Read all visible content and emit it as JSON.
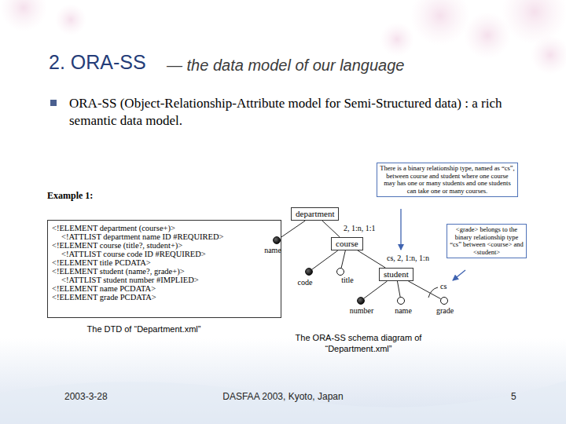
{
  "diagram": {
    "title": "2. ORA-SS",
    "nodes": [
      {
        "text": [
          "<!ELEMENT department (course+)>",
          "<!ATTLIST department name ID #REQUIRED>",
          "<!ELEMENT course (title?, student+)>",
          "<!ATTLIST course code ID #REQUIRED>",
          "<!ELEMENT title PCDATA>",
          "<!ELEMENT student (name?, grade+)>",
          "<!ATTLIST student number #IMPLIED>",
          "<!ELEMENT name PCDATA>",
          "<!ELEMENT grade PCDATA>"
        ]
      },
      {
        "text": [
          "There is a binary relationship type, named as “cs”, between course and student where one course may has one or many students and one students can take one or many courses."
        ]
      },
      {
        "text": [
          "department"
        ]
      },
      {
        "text": [
          "name"
        ]
      },
      {
        "text": [
          "course"
        ]
      },
      {
        "text": [
          "code"
        ]
      },
      {
        "text": [
          "title"
        ]
      },
      {
        "text": [
          "<grade> belongs to the binary relationship type “cs” between <course> and <student>"
        ]
      },
      {
        "text": [
          "student"
        ]
      },
      {
        "text": [
          "number"
        ]
      },
      {
        "text": [
          "name"
        ]
      },
      {
        "text": [
          "grade"
        ]
      }
    ],
    "edges": [
      {
        "from": 2,
        "to": 3,
        "arrow": "none"
      },
      {
        "from": 2,
        "to": 4,
        "label": "2, 1:n, 1:1",
        "arrow": "none"
      },
      {
        "from": 4,
        "to": 5,
        "arrow": "none"
      },
      {
        "from": 4,
        "to": 6,
        "arrow": "none"
      },
      {
        "from": 4,
        "to": 8,
        "label": "cs, 2, 1:n, 1:n",
        "arrow": "none"
      },
      {
        "from": 8,
        "to": 9,
        "arrow": "none"
      },
      {
        "from": 8,
        "to": 10,
        "arrow": "none"
      },
      {
        "from": 8,
        "to": 11,
        "arrow": "none"
      }
    ],
    "labels": [
      "— the data model of our language",
      "ORA-SS (Object-Relationship-Attribute model for Semi-Structured data) : a rich semantic data model.",
      "Example 1:",
      "cs",
      "The DTD of “Department.xml”",
      "The ORA-SS schema diagram of “Department.xml”",
      "2003-3-28",
      "DASFAA 2003, Kyoto, Japan",
      "5"
    ]
  }
}
